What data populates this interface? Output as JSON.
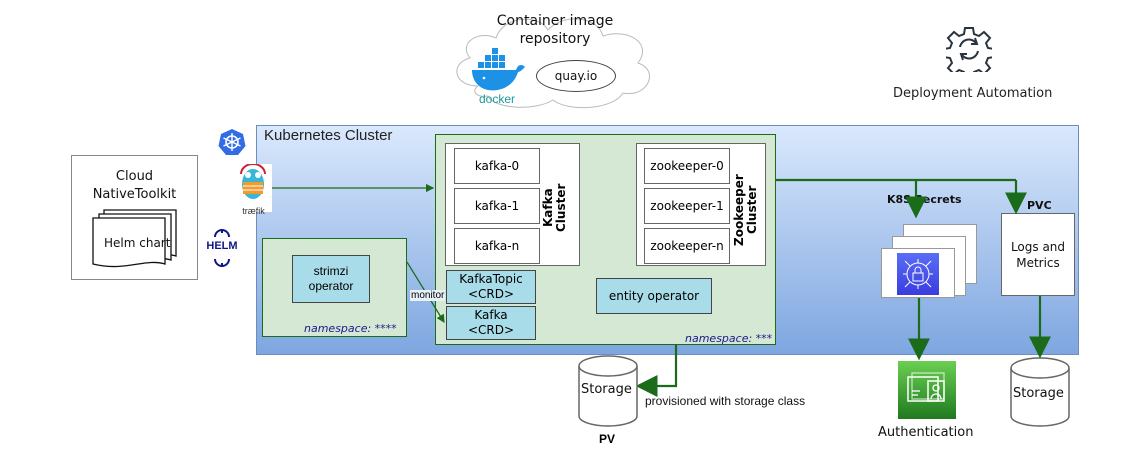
{
  "repository": {
    "title_line1": "Container image",
    "title_line2": "repository",
    "docker_label": "docker",
    "quay_label": "quay.io"
  },
  "automation": {
    "label": "Deployment Automation",
    "icon": "gear-sync-icon"
  },
  "toolkit": {
    "title_line1": "Cloud",
    "title_line2": "NativeToolkit",
    "helm_chart": "Helm chart"
  },
  "icons": {
    "kubernetes": "kubernetes-icon",
    "traefik_label": "træfik",
    "helm_label": "HELM"
  },
  "cluster": {
    "title": "Kubernetes Cluster"
  },
  "strimzi": {
    "operator_line1": "strimzi",
    "operator_line2": "operator",
    "namespace": "namespace: ****",
    "monitor_label": "monitor"
  },
  "kafka_ns": {
    "namespace": "namespace: ***",
    "kafka_brokers": [
      "kafka-0",
      "kafka-1",
      "kafka-n"
    ],
    "kafka_cluster_label_line1": "Kafka",
    "kafka_cluster_label_line2": "Cluster",
    "zookeepers": [
      "zookeeper-0",
      "zookeeper-1",
      "zookeeper-n"
    ],
    "zookeeper_cluster_label_line1": "Zookeeper",
    "zookeeper_cluster_label_line2": "Cluster",
    "kafkatopic_line1": "KafkaTopic",
    "kafkatopic_line2": "<CRD>",
    "kafka_crd_line1": "Kafka",
    "kafka_crd_line2": "<CRD>",
    "entity_operator": "entity operator"
  },
  "secrets": {
    "label": "K8S Secrets"
  },
  "pvc": {
    "label": "PVC",
    "box_line1": "Logs and",
    "box_line2": "Metrics"
  },
  "pv": {
    "storage_label": "Storage",
    "pv_label": "PV",
    "provision_note": "provisioned with storage class"
  },
  "auth": {
    "label": "Authentication"
  },
  "logs_storage": {
    "label": "Storage"
  },
  "colors": {
    "arrow": "#1a6b1a",
    "cluster_border": "#6c8ebf",
    "ns_fill": "#d5e8d4",
    "crd_fill": "#a8dce8",
    "docker_blue": "#1d91e6",
    "auth_green": "#3a9a2a",
    "secrets_blue": "#4a5cf0"
  }
}
